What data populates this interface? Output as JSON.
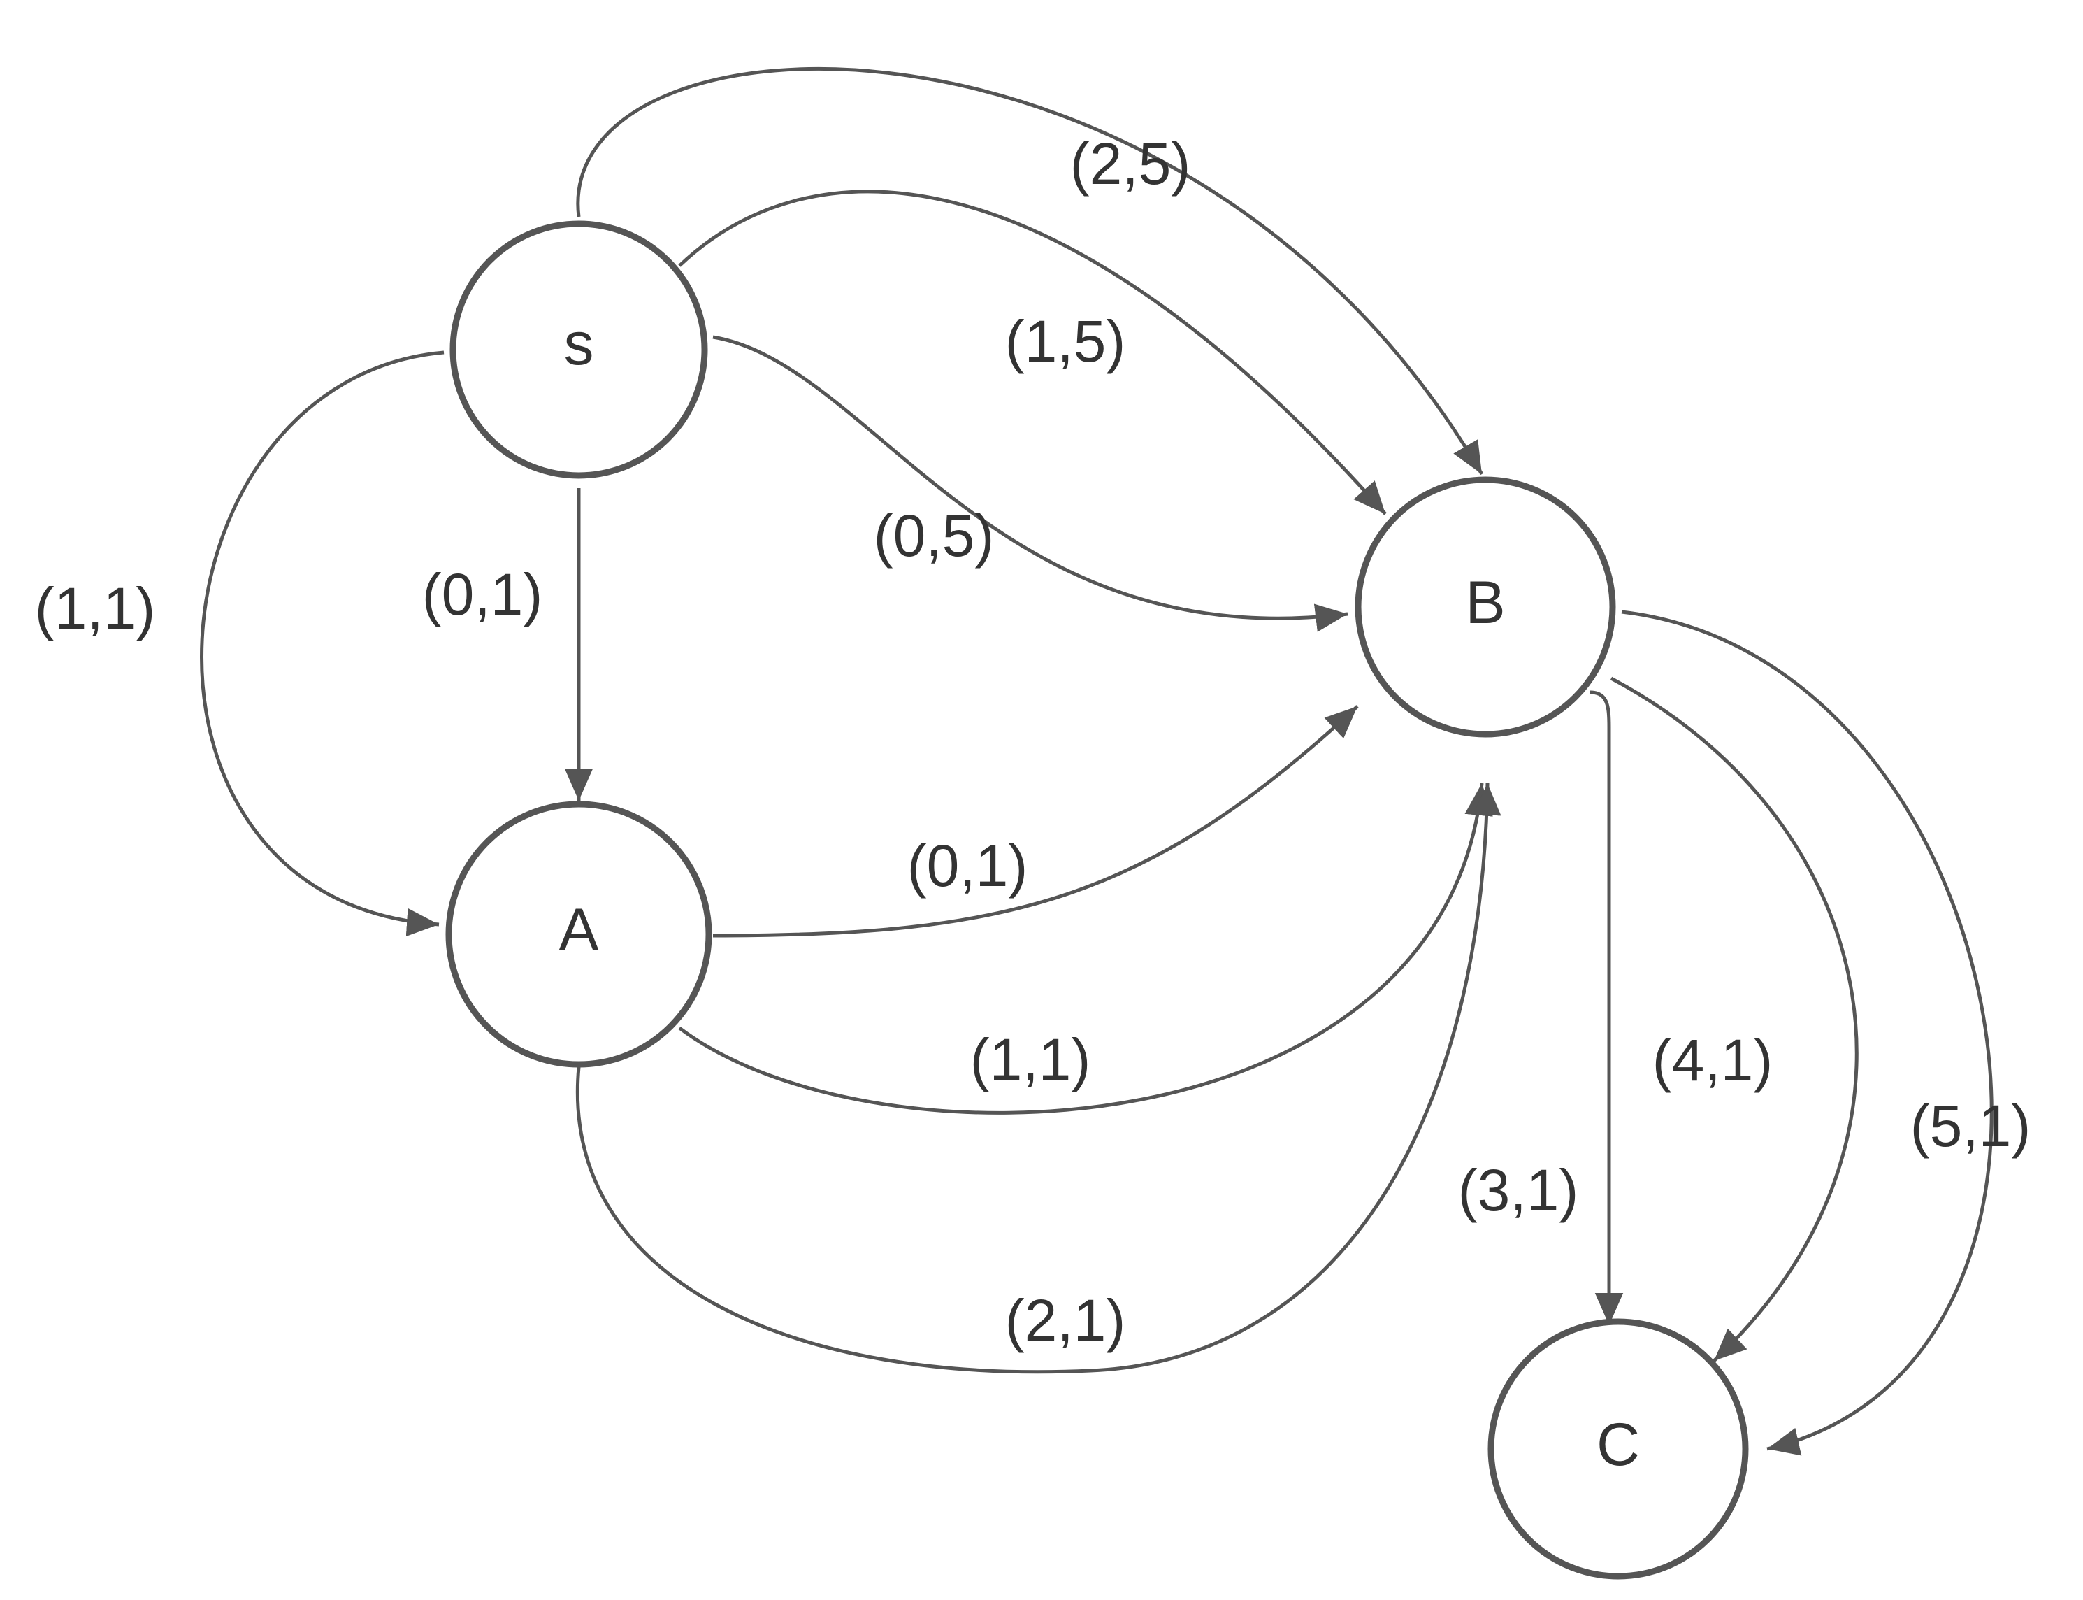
{
  "colors": {
    "stroke": "#555555",
    "text": "#333333",
    "background": "#ffffff"
  },
  "nodes": [
    {
      "id": "s",
      "label": "s"
    },
    {
      "id": "A",
      "label": "A"
    },
    {
      "id": "B",
      "label": "B"
    },
    {
      "id": "C",
      "label": "C"
    }
  ],
  "edges": [
    {
      "id": "s-B-top",
      "from": "s",
      "to": "B",
      "label": "(2,5)"
    },
    {
      "id": "s-B-mid",
      "from": "s",
      "to": "B",
      "label": "(1,5)"
    },
    {
      "id": "s-B-low",
      "from": "s",
      "to": "B",
      "label": "(0,5)"
    },
    {
      "id": "s-A-straight",
      "from": "s",
      "to": "A",
      "label": "(0,1)"
    },
    {
      "id": "s-A-curve",
      "from": "s",
      "to": "A",
      "label": "(1,1)"
    },
    {
      "id": "A-B-top",
      "from": "A",
      "to": "B",
      "label": "(0,1)"
    },
    {
      "id": "A-B-mid",
      "from": "A",
      "to": "B",
      "label": "(1,1)"
    },
    {
      "id": "A-B-low",
      "from": "A",
      "to": "B",
      "label": "(2,1)"
    },
    {
      "id": "B-C-straight",
      "from": "B",
      "to": "C",
      "label": "(3,1)"
    },
    {
      "id": "B-C-mid",
      "from": "B",
      "to": "C",
      "label": "(4,1)"
    },
    {
      "id": "B-C-outer",
      "from": "B",
      "to": "C",
      "label": "(5,1)"
    }
  ]
}
